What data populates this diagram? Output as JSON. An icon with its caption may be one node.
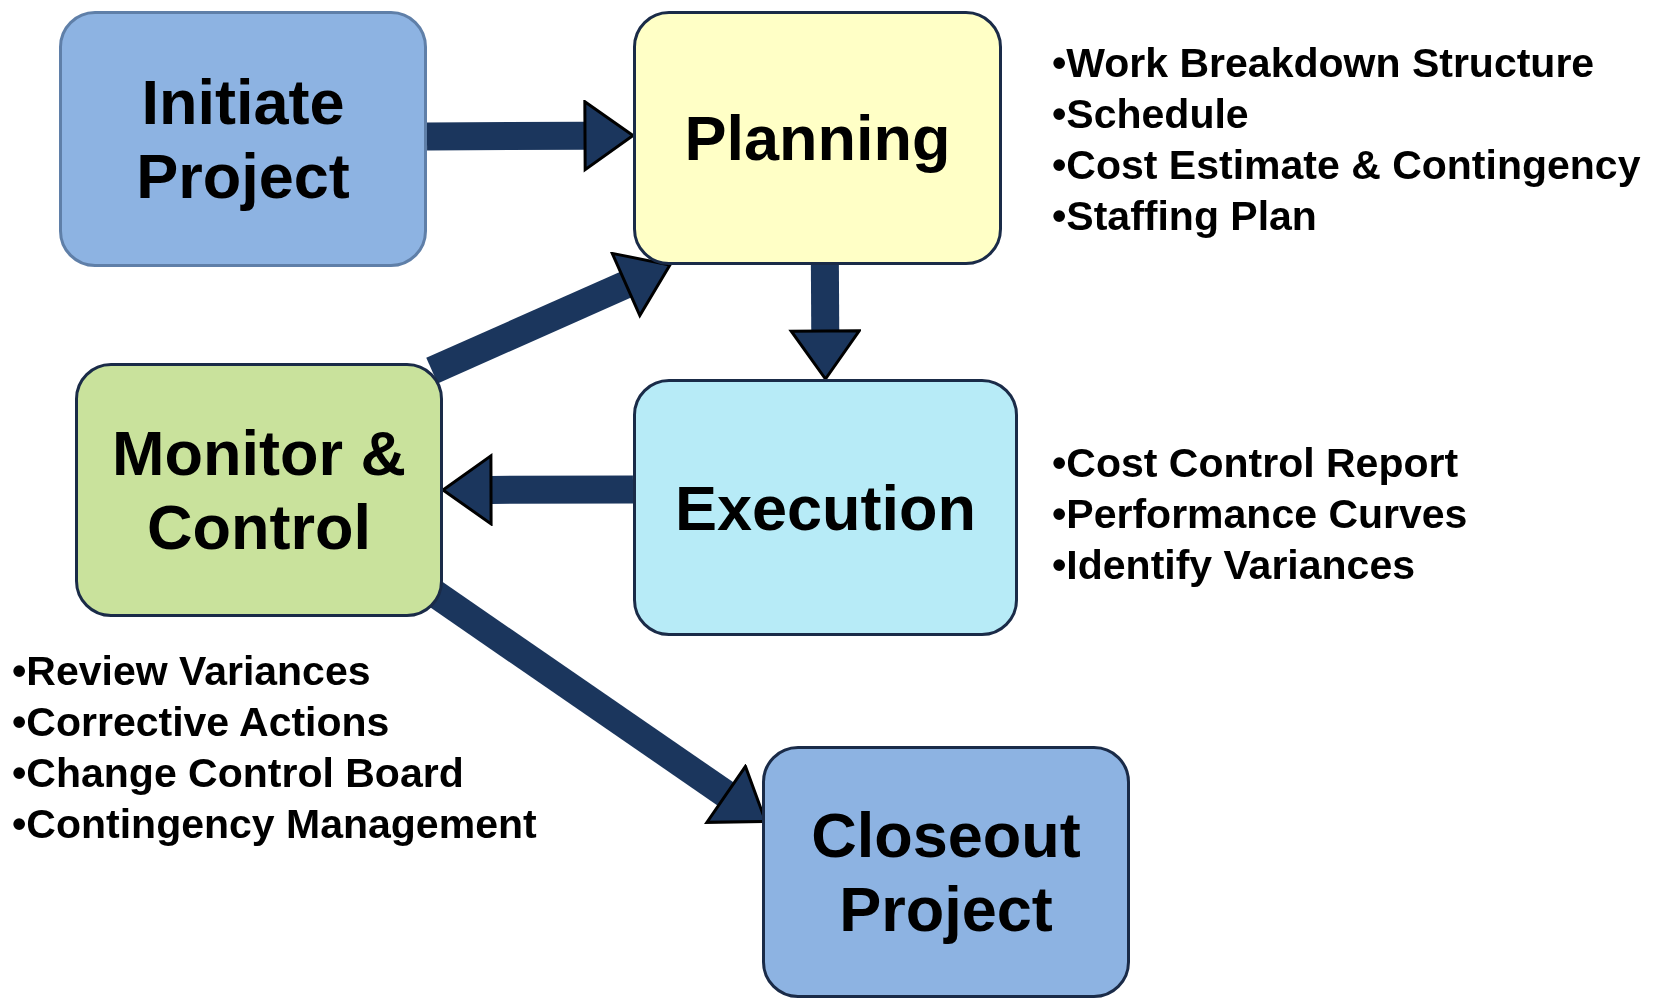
{
  "diagram": {
    "nodes": [
      {
        "text": [
          "Initiate Project"
        ]
      },
      {
        "text": [
          "Planning"
        ],
        "beside": [
          "•Work Breakdown Structure",
          "•Schedule",
          "•Cost Estimate & Contingency",
          "•Staffing Plan"
        ]
      },
      {
        "text": [
          "Monitor & Control"
        ],
        "beside": [
          "•Review Variances",
          "•Corrective Actions",
          "•Change Control Board",
          "•Contingency Management"
        ]
      },
      {
        "text": [
          "Execution"
        ],
        "beside": [
          "•Cost Control Report",
          "•Performance Curves",
          "•Identify Variances"
        ]
      },
      {
        "text": [
          "Closeout Project"
        ]
      }
    ],
    "edges": [
      {
        "from": 0,
        "to": 1,
        "arrow": "to"
      },
      {
        "from": 1,
        "to": 3,
        "arrow": "to"
      },
      {
        "from": 3,
        "to": 2,
        "arrow": "to"
      },
      {
        "from": 2,
        "to": 1,
        "arrow": "to"
      },
      {
        "from": 2,
        "to": 4,
        "arrow": "to"
      }
    ]
  }
}
